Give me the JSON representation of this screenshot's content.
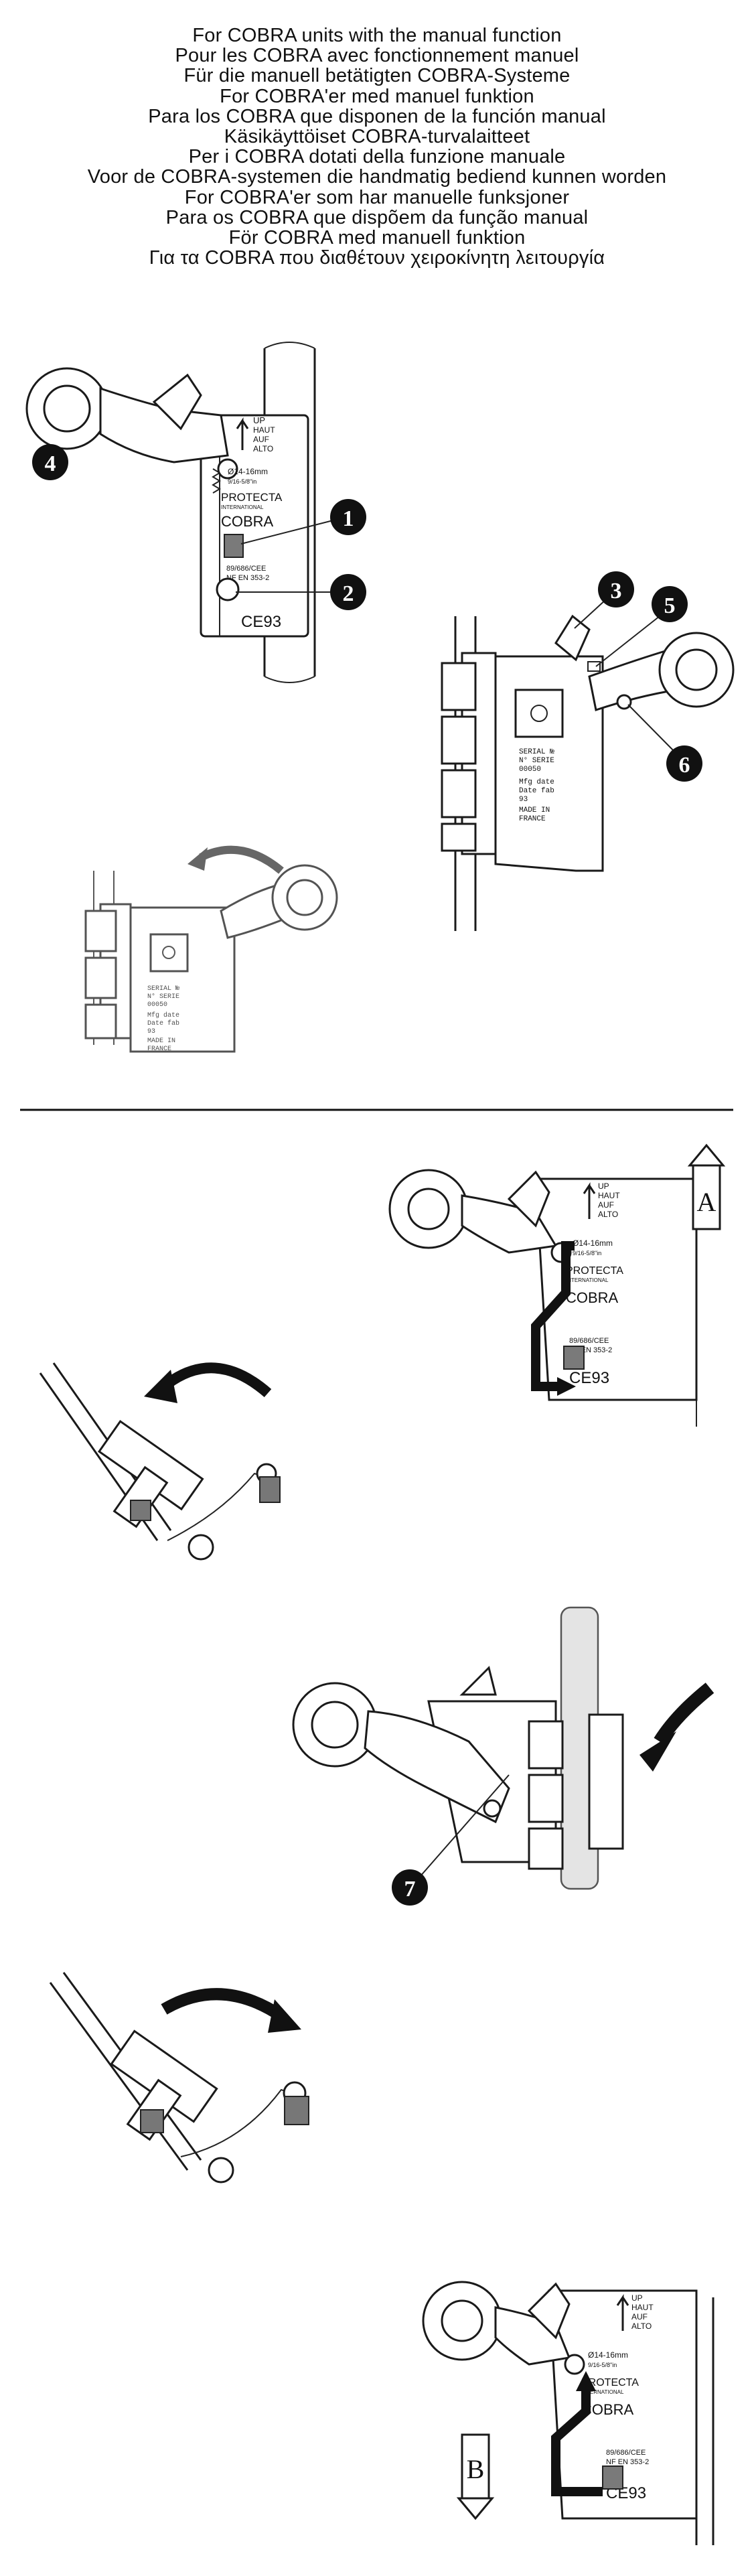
{
  "headings": [
    "For COBRA units with the manual function",
    "Pour les COBRA avec fonctionnement manuel",
    "Für die manuell betätigten COBRA-Systeme",
    "For COBRA'er med manuel funktion",
    "Para los COBRA que disponen de la función manual",
    "Käsikäyttöiset COBRA-turvalaitteet",
    "Per i COBRA dotati della funzione manuale",
    "Voor de COBRA-systemen die handmatig bediend kunnen worden",
    "For COBRA'er som har manuelle funksjoner",
    "Para os COBRA que dispõem da função manual",
    "För COBRA med manuell funktion",
    "Για τα COBRA  που διαθέτουν χειροκίνητη λειτουργία"
  ],
  "device_label": {
    "up": "UP",
    "haut": "HAUT",
    "auf": "AUF",
    "alto": "ALTO",
    "diameter": "Ø14-16mm",
    "diameter_in": "9/16-5/8\"in",
    "brand": "PROTECTA",
    "brand_sub": "INTERNATIONAL",
    "model": "COBRA",
    "directive": "89/686/CEE",
    "standard": "NF EN 353-2",
    "ce_mark": "CE93"
  },
  "serial_label": {
    "serial": "SERIAL №",
    "serie": "N° SERIE",
    "number": "00050",
    "mfg": "Mfg date",
    "date_fab": "Date fab",
    "year": "93",
    "made_in": "MADE IN",
    "country": "FRANCE"
  },
  "callouts": {
    "c1": "1",
    "c2": "2",
    "c3": "3",
    "c4": "4",
    "c5": "5",
    "c6": "6",
    "c7": "7"
  },
  "direction_boxes": {
    "a": "A",
    "b": "B"
  },
  "colors": {
    "ink": "#1a1a1a",
    "callout_fill": "#111111",
    "shading": "#e4e4e4"
  }
}
